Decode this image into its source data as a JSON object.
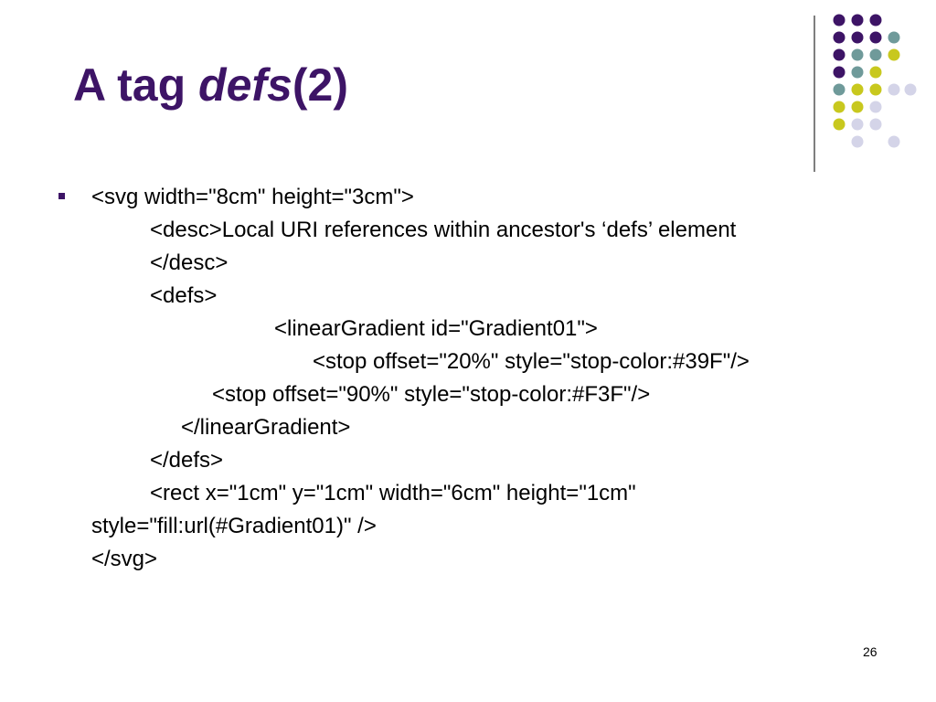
{
  "slide": {
    "title_main": "A tag ",
    "title_emphasis": "defs",
    "title_suffix": "(2)",
    "lines": [
      "<svg width=\"8cm\" height=\"3cm\">",
      "<desc>Local URI references within ancestor's ‘defs’ element",
      "</desc>",
      "<defs>",
      "<linearGradient id=\"Gradient01\">",
      "<stop offset=\"20%\" style=\"stop-color:#39F\"/>",
      "<stop offset=\"90%\" style=\"stop-color:#F3F\"/>",
      "</linearGradient>",
      "</defs>",
      "<rect x=\"1cm\" y=\"1cm\" width=\"6cm\" height=\"1cm\"",
      "style=\"fill:url(#Gradient01)\" />",
      "</svg>"
    ],
    "slide_number": "26"
  },
  "theme": {
    "title_color": "#3d1466",
    "dot_colors": {
      "purple": "#3d1466",
      "teal": "#6f9a9a",
      "lime": "#c8c81e",
      "lavender": "#d4d4e8"
    },
    "divider_color": "#555555"
  }
}
